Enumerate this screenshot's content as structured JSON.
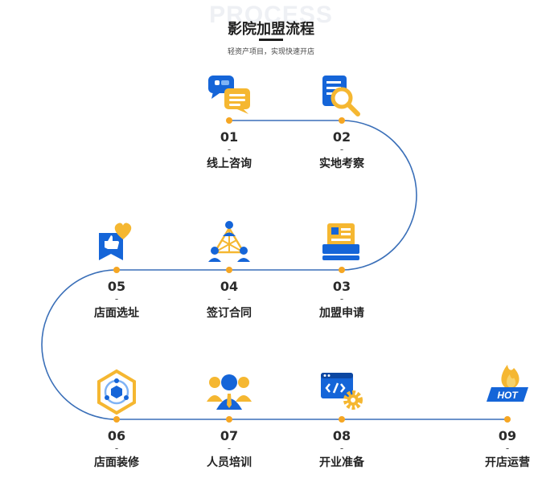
{
  "header": {
    "watermark": "PROCESS",
    "title": "影院加盟流程",
    "subtitle": "轻资产项目，实现快速开店"
  },
  "colors": {
    "line": "#3a6fb8",
    "dot": "#f5a623",
    "blue": "#1565d8",
    "yellow": "#f5b731"
  },
  "steps": [
    {
      "num": "01",
      "dash": "-",
      "label": "线上咨询",
      "icon": "chat-bubbles-icon"
    },
    {
      "num": "02",
      "dash": "-",
      "label": "实地考察",
      "icon": "document-search-icon"
    },
    {
      "num": "03",
      "dash": "-",
      "label": "加盟申请",
      "icon": "application-form-icon"
    },
    {
      "num": "04",
      "dash": "-",
      "label": "签订合同",
      "icon": "team-network-icon"
    },
    {
      "num": "05",
      "dash": "-",
      "label": "店面选址",
      "icon": "thumbs-up-heart-icon"
    },
    {
      "num": "06",
      "dash": "-",
      "label": "店面装修",
      "icon": "hexagon-network-icon"
    },
    {
      "num": "07",
      "dash": "-",
      "label": "人员培训",
      "icon": "staff-training-icon"
    },
    {
      "num": "08",
      "dash": "-",
      "label": "开业准备",
      "icon": "code-gear-icon"
    },
    {
      "num": "09",
      "dash": "-",
      "label": "开店运营",
      "icon": "hot-fire-icon"
    }
  ]
}
